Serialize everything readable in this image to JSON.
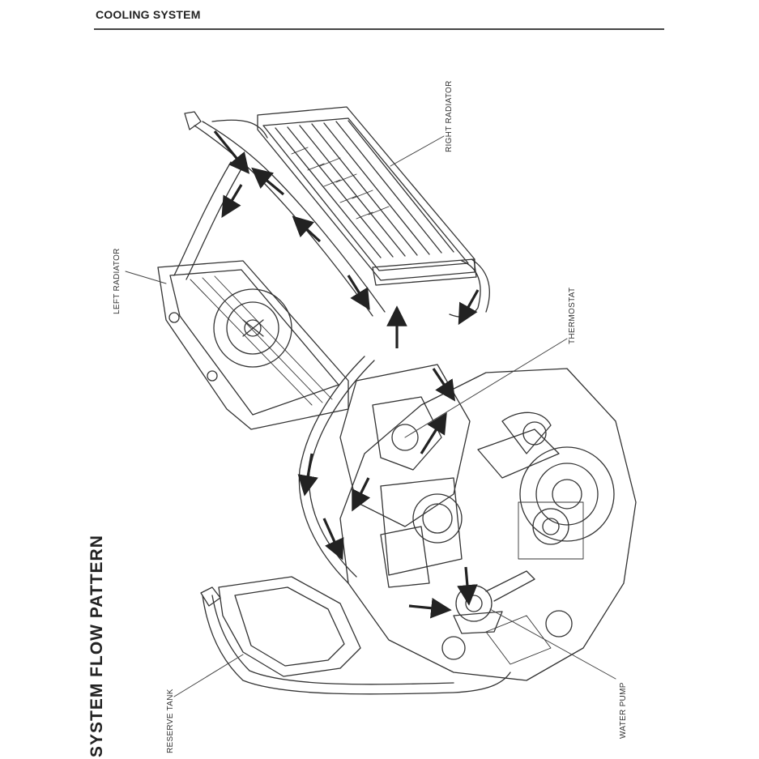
{
  "header": {
    "title": "COOLING SYSTEM"
  },
  "section": {
    "title": "SYSTEM FLOW PATTERN"
  },
  "callouts": {
    "right_radiator": "RIGHT RADIATOR",
    "left_radiator": "LEFT RADIATOR",
    "thermostat": "THERMOSTAT",
    "reserve_tank": "RESERVE TANK",
    "water_pump": "WATER PUMP"
  }
}
